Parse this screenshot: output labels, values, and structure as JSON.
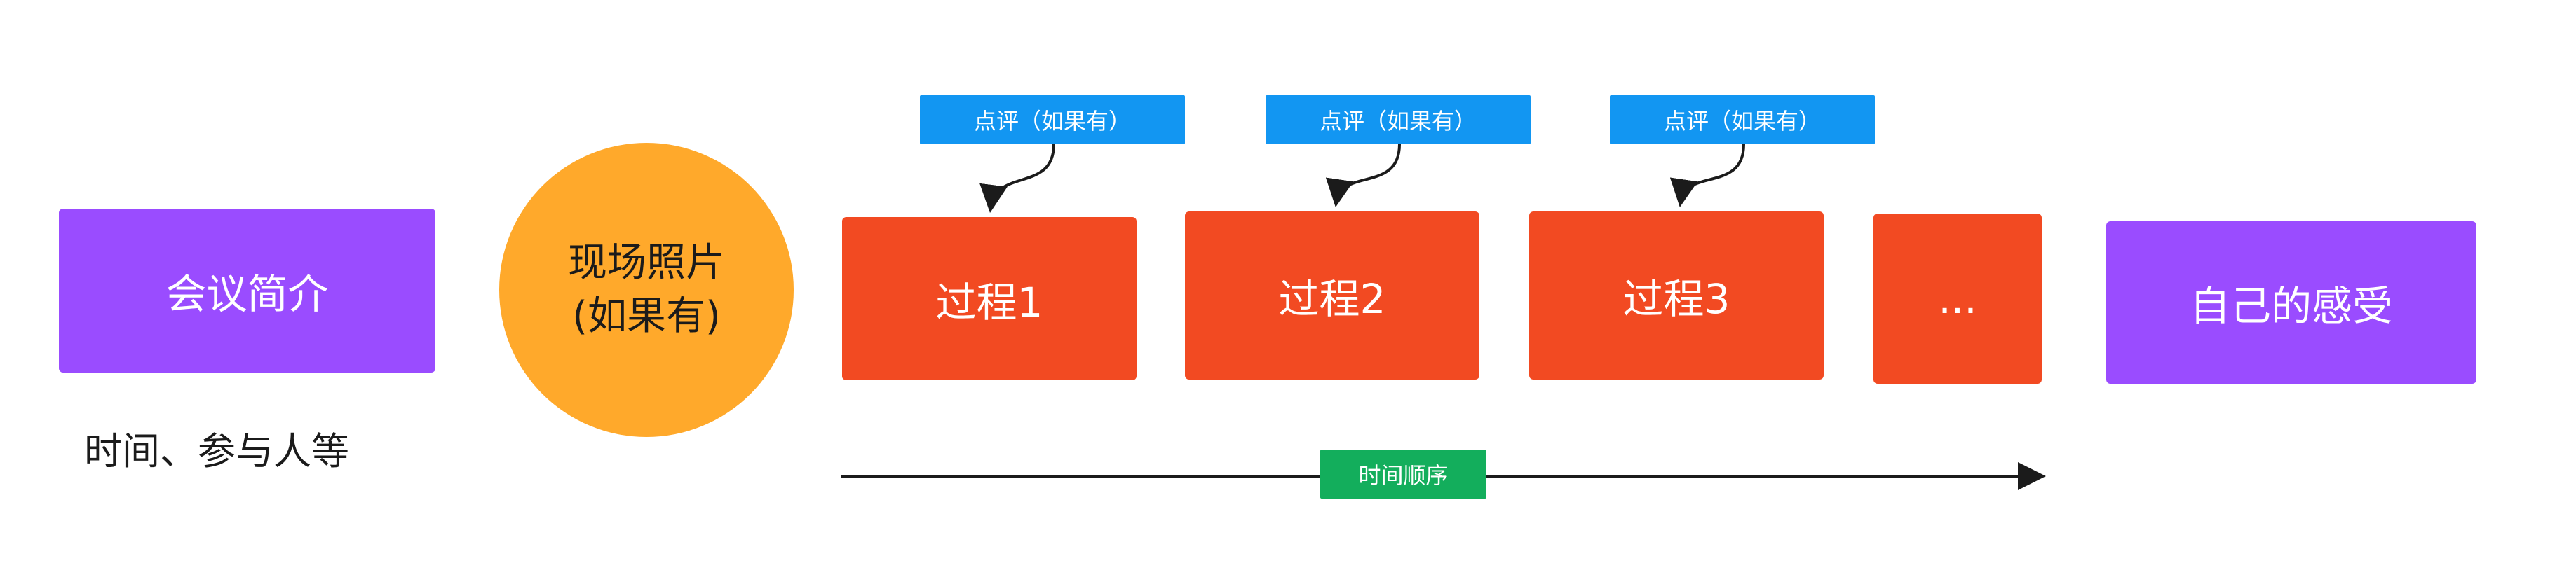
{
  "intro": {
    "title": "会议简介",
    "subtitle": "时间、参与人等"
  },
  "photo": {
    "line1": "现场照片",
    "line2": "(如果有)"
  },
  "process": {
    "steps": [
      "过程1",
      "过程2",
      "过程3",
      "..."
    ],
    "comments": [
      "点评（如果有）",
      "点评（如果有）",
      "点评（如果有）"
    ]
  },
  "timeline": {
    "label": "时间顺序"
  },
  "feelings": {
    "title": "自己的感受"
  },
  "colors": {
    "purple": "#9A4CFF",
    "orange": "#FFA92B",
    "red": "#F24A22",
    "blue": "#1296F2",
    "green": "#13AE5C",
    "line": "#1b1b1b"
  }
}
